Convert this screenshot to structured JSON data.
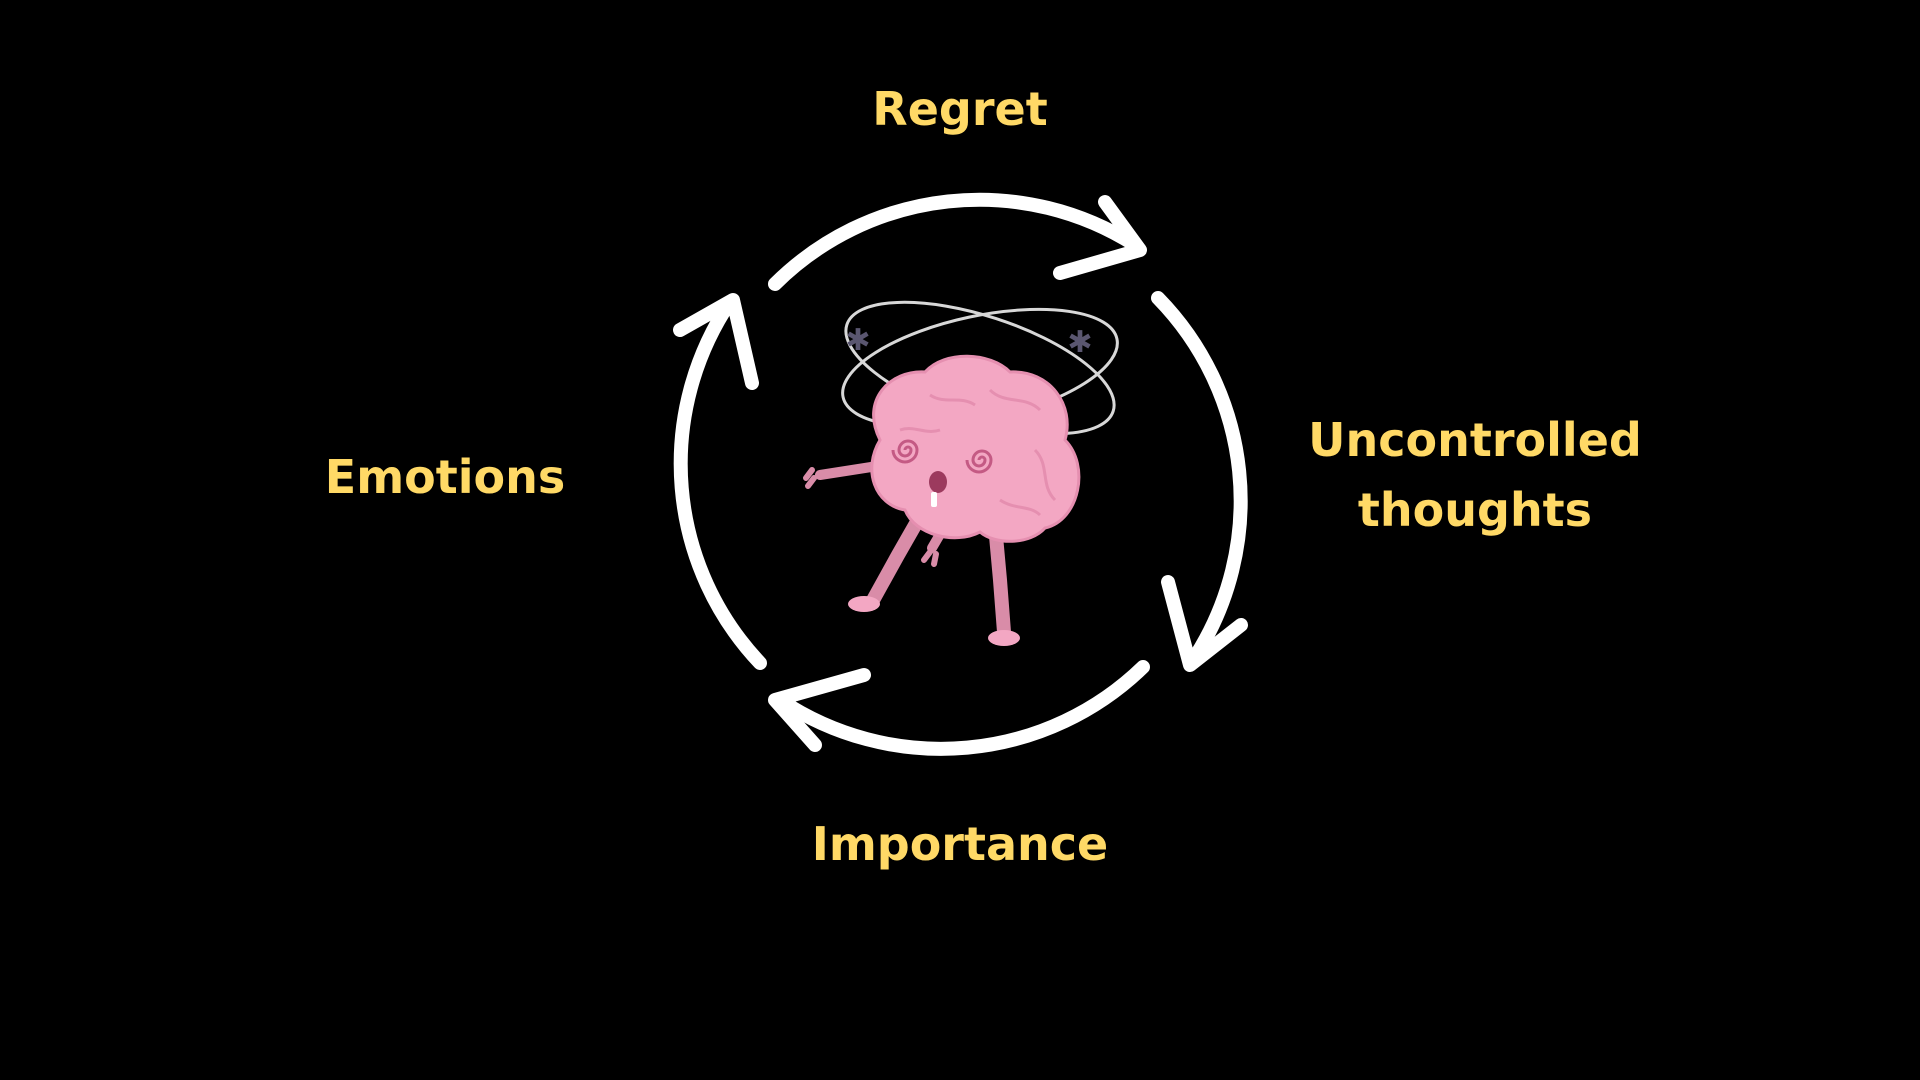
{
  "diagram": {
    "nodes": {
      "top": "Regret",
      "right": "Uncontrolled thoughts",
      "bottom": "Importance",
      "left": "Emotions"
    },
    "flow": "clockwise",
    "center_illustration": "dizzy-brain-character"
  },
  "colors": {
    "background": "#000000",
    "label": "#FFD966",
    "arrow": "#FFFFFF",
    "brain": "#F3A7C3"
  }
}
